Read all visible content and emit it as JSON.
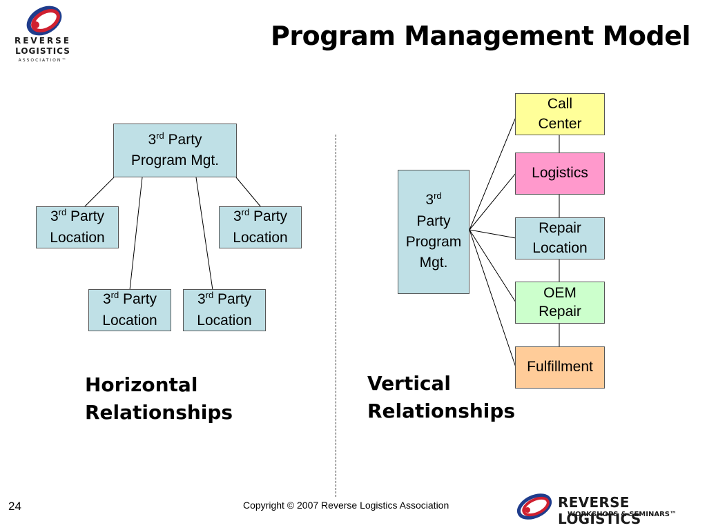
{
  "title": "Program Management Model",
  "logo_top": {
    "line1": "REVERSE",
    "line2": "LOGISTICS",
    "line3": "ASSOCIATION™"
  },
  "horizontal": {
    "root": {
      "num": "3",
      "sup": "rd",
      "line1": " Party",
      "line2": "Program Mgt."
    },
    "nodes": [
      {
        "num": "3",
        "sup": "rd",
        "line1": " Party",
        "line2": "Location"
      },
      {
        "num": "3",
        "sup": "rd",
        "line1": " Party",
        "line2": "Location"
      },
      {
        "num": "3",
        "sup": "rd",
        "line1": " Party",
        "line2": "Location"
      },
      {
        "num": "3",
        "sup": "rd",
        "line1": " Party",
        "line2": "Location"
      }
    ],
    "caption_line1": "Horizontal",
    "caption_line2": "Relationships"
  },
  "vertical": {
    "root": {
      "num": "3",
      "sup": "rd",
      "line2": "Party",
      "line3": "Program",
      "line4": "Mgt."
    },
    "nodes": [
      {
        "line1": "Call",
        "line2": "Center",
        "color": "#ffff99"
      },
      {
        "line1": "Logistics",
        "line2": "",
        "color": "#ff99cc"
      },
      {
        "line1": "Repair",
        "line2": "Location",
        "color": "#bfe0e6"
      },
      {
        "line1": "OEM",
        "line2": "Repair",
        "color": "#ccffcc"
      },
      {
        "line1": "Fulfillment",
        "line2": "",
        "color": "#ffcc99"
      }
    ],
    "caption_line1": "Vertical",
    "caption_line2": "Relationships"
  },
  "footer": {
    "page_number": "24",
    "copyright": "Copyright © 2007 Reverse Logistics Association",
    "logo_line1": "REVERSE LOGISTICS",
    "logo_line2": "WORKSHOPS & SEMINARS™"
  }
}
